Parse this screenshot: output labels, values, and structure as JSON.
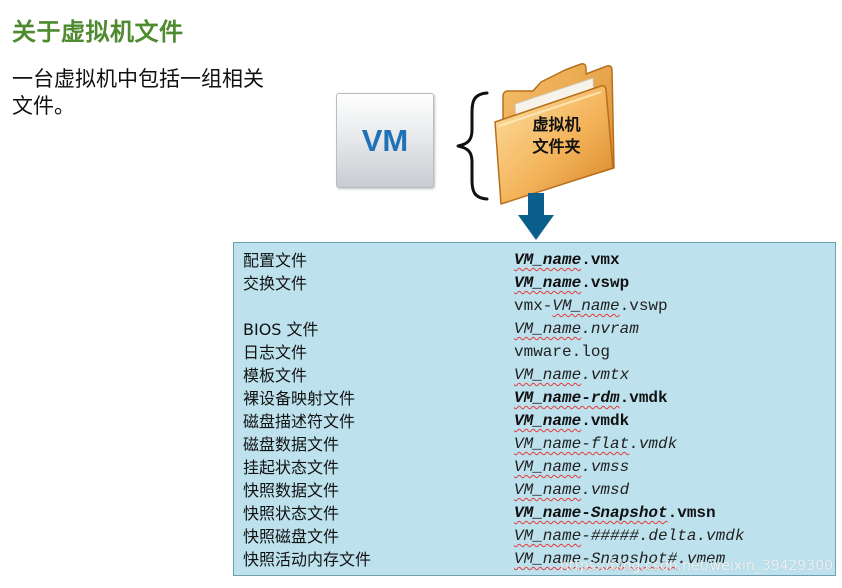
{
  "title": "关于虚拟机文件",
  "description": "一台虚拟机中包括一组相关文件。",
  "vm_label": "VM",
  "folder": {
    "line1": "虚拟机",
    "line2": "文件夹"
  },
  "files": [
    {
      "type": "配置文件",
      "name": "VM_name.vmx",
      "style": "bold"
    },
    {
      "type": "交换文件",
      "name": "VM_name.vswp",
      "style": "bold"
    },
    {
      "type": "",
      "name": "vmx-VM_name.vswp",
      "style": "mixed"
    },
    {
      "type": "BIOS 文件",
      "name": "VM_name.nvram",
      "style": "italic"
    },
    {
      "type": "日志文件",
      "name": "vmware.log",
      "style": "plain"
    },
    {
      "type": "模板文件",
      "name": "VM_name.vmtx",
      "style": "italic"
    },
    {
      "type": "裸设备映射文件",
      "name": "VM_name-rdm.vmdk",
      "style": "bold"
    },
    {
      "type": "磁盘描述符文件",
      "name": "VM_name.vmdk",
      "style": "bold"
    },
    {
      "type": "磁盘数据文件",
      "name": "VM_name-flat.vmdk",
      "style": "italic"
    },
    {
      "type": "挂起状态文件",
      "name": "VM_name.vmss",
      "style": "italic"
    },
    {
      "type": "快照数据文件",
      "name": "VM_name.vmsd",
      "style": "italic"
    },
    {
      "type": "快照状态文件",
      "name": "VM_name-Snapshot.vmsn",
      "style": "bold"
    },
    {
      "type": "快照磁盘文件",
      "name": "VM_name-#####.delta.vmdk",
      "style": "italic"
    },
    {
      "type": "快照活动内存文件",
      "name": "VM_name-Snapshot#.vmem",
      "style": "italic"
    }
  ],
  "watermark": "https://blog.csdn.net/weixin_39429300",
  "colors": {
    "title": "#4e8a2e",
    "vm_text": "#1f72b8",
    "arrow": "#0b5f8c",
    "table_bg": "#bde2ee",
    "folder": "#f0a64a"
  }
}
